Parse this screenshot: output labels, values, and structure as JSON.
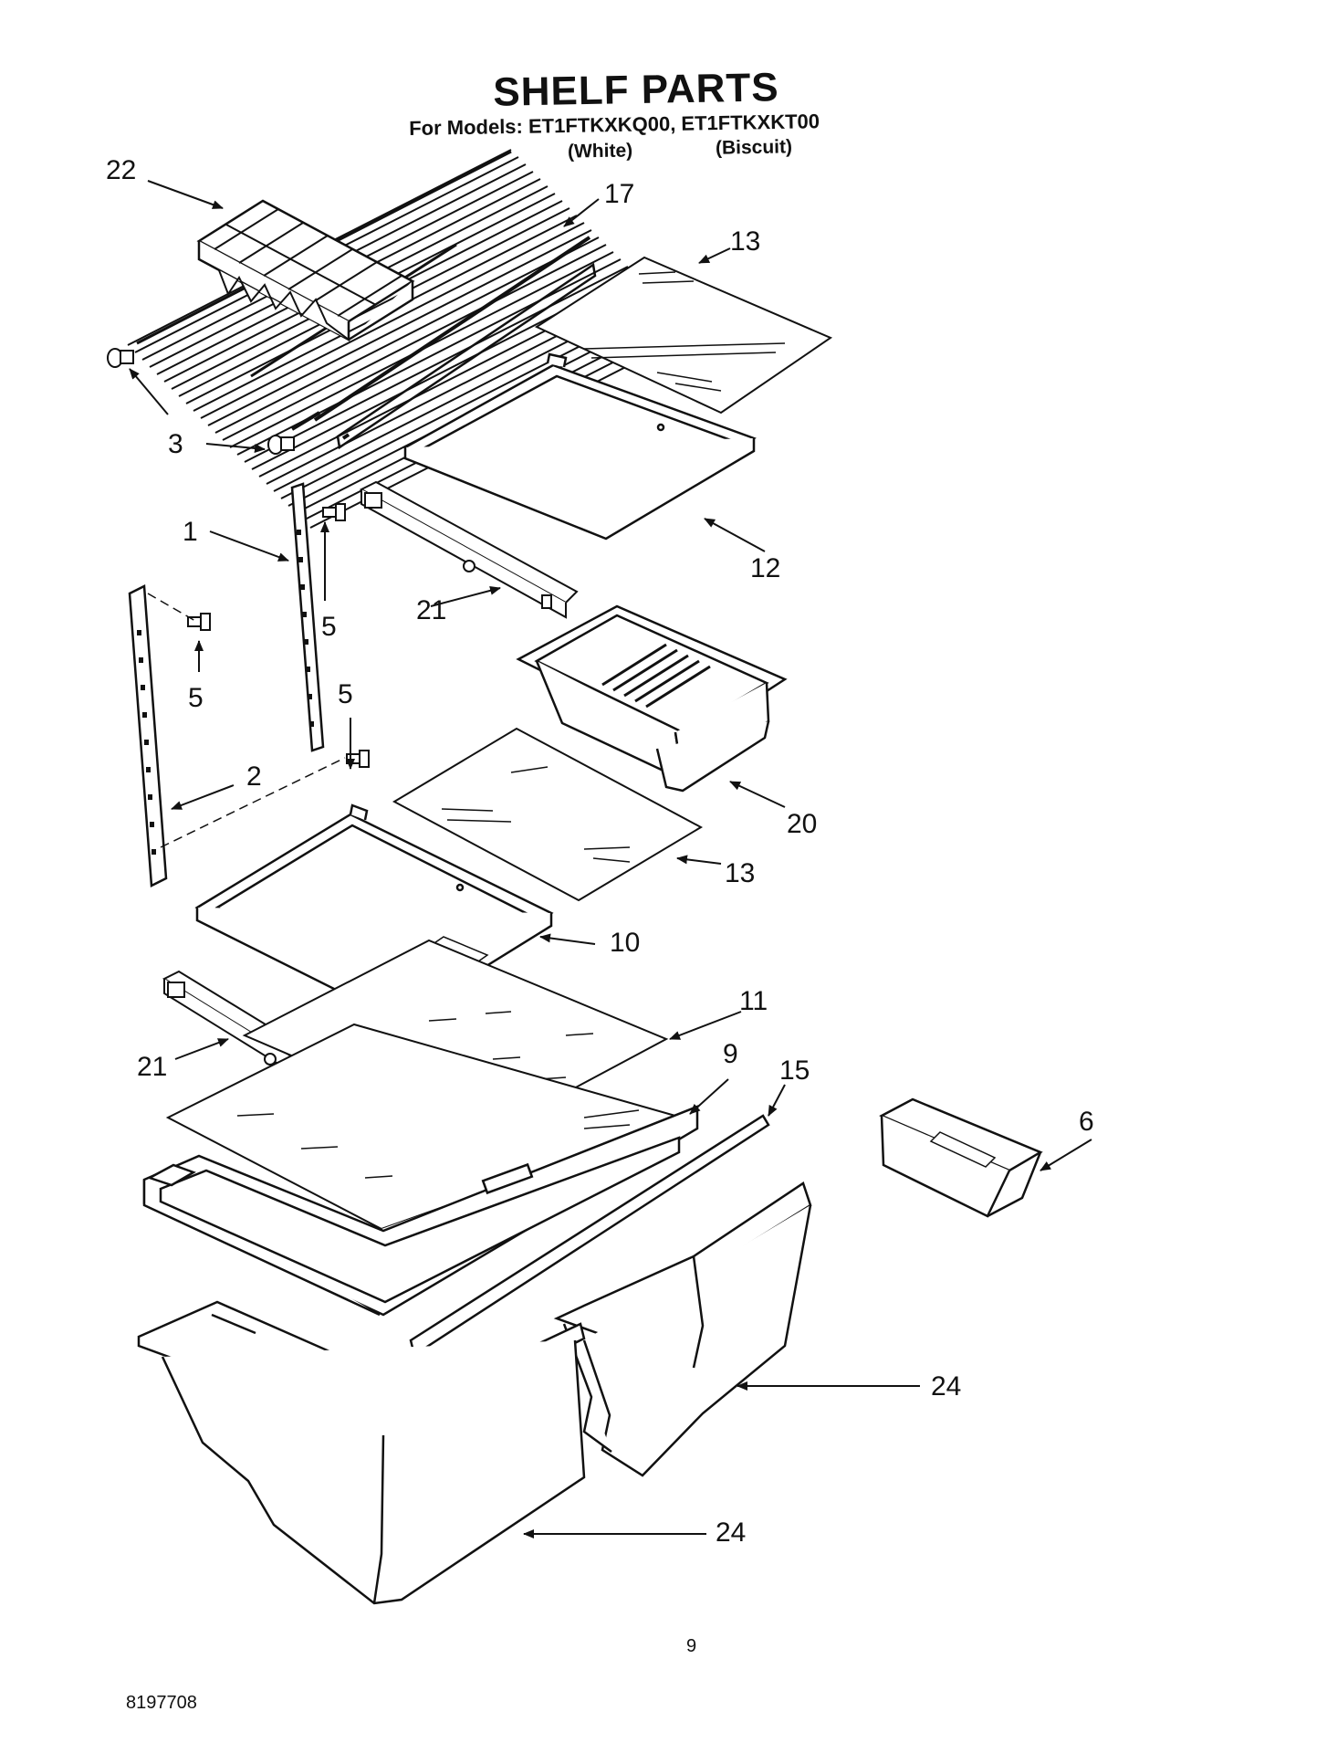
{
  "title": "SHELF PARTS",
  "models_line": "For Models: ET1FTKXKQ00, ET1FTKXKT00",
  "variants": {
    "white": "(White)",
    "biscuit": "(Biscuit)"
  },
  "callouts": {
    "c22": "22",
    "c17": "17",
    "c13a": "13",
    "c3": "3",
    "c1": "1",
    "c5a": "5",
    "c5b": "5",
    "c5c": "5",
    "c12": "12",
    "c21a": "21",
    "c2": "2",
    "c20": "20",
    "c13b": "13",
    "c10": "10",
    "c11": "11",
    "c21b": "21",
    "c9": "9",
    "c15": "15",
    "c6": "6",
    "c24a": "24",
    "c24b": "24"
  },
  "footer": {
    "page_number": "9",
    "doc_number": "8197708"
  }
}
